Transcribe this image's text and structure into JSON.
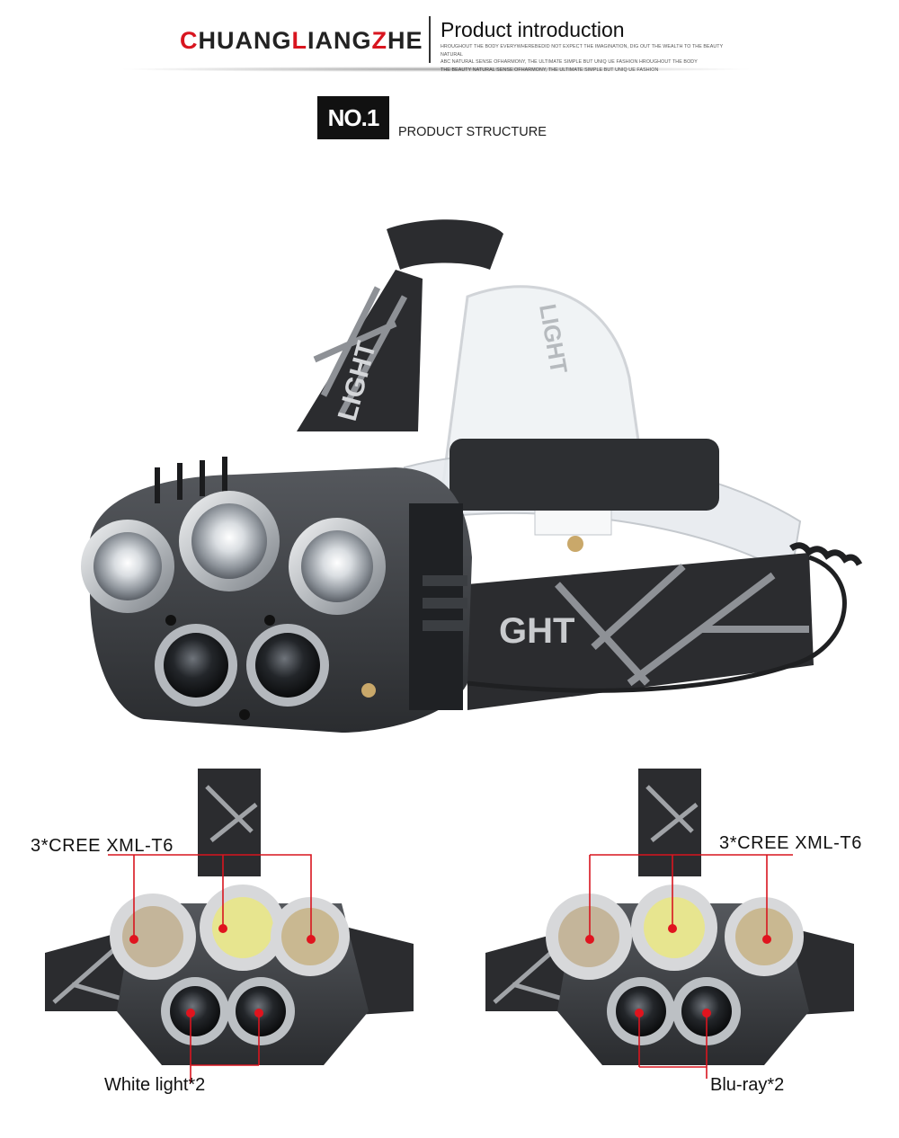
{
  "header": {
    "brand": {
      "segments": [
        {
          "text": "C",
          "highlight": true
        },
        {
          "text": "HUANG",
          "highlight": false
        },
        {
          "text": "L",
          "highlight": true
        },
        {
          "text": "IANG",
          "highlight": false
        },
        {
          "text": "Z",
          "highlight": true
        },
        {
          "text": "HE",
          "highlight": false
        }
      ]
    },
    "intro_title": "Product introduction",
    "intro_subtext": [
      "HROUGHOUT THE BODY EVERYWHEREBEDID NOT EXPECT THE IMAGINATION, DIG OUT THE WEALTH TO THE BEAUTY NATURAL",
      "ABC NATURAL SENSE OFHARMONY, THE ULTIMATE SIMPLE BUT UNIQ UE FASHION HROUGHOUT THE BODY",
      "THE BEAUTY NATURAL SENSE OFHARMONY, THE ULTIMATE SIMPLE BUT UNIQ UE FASHION"
    ]
  },
  "section": {
    "badge": "NO.1",
    "label": "PRODUCT STRUCTURE"
  },
  "product": {
    "strap_text_front": "LIGHT",
    "strap_text_back": "LIGHT",
    "strap_text_side": "GHT"
  },
  "callouts": {
    "left_top": "3*CREE XML-T6",
    "left_bottom": "White light*2",
    "right_top": "3*CREE XML-T6",
    "right_bottom": "Blu-ray*2"
  },
  "colors": {
    "brand_highlight": "#d8151f",
    "callout_line": "#d8151f",
    "led_dot": "#e0141e",
    "body": "#3a3b3e",
    "bezel": "#c8cacd"
  }
}
